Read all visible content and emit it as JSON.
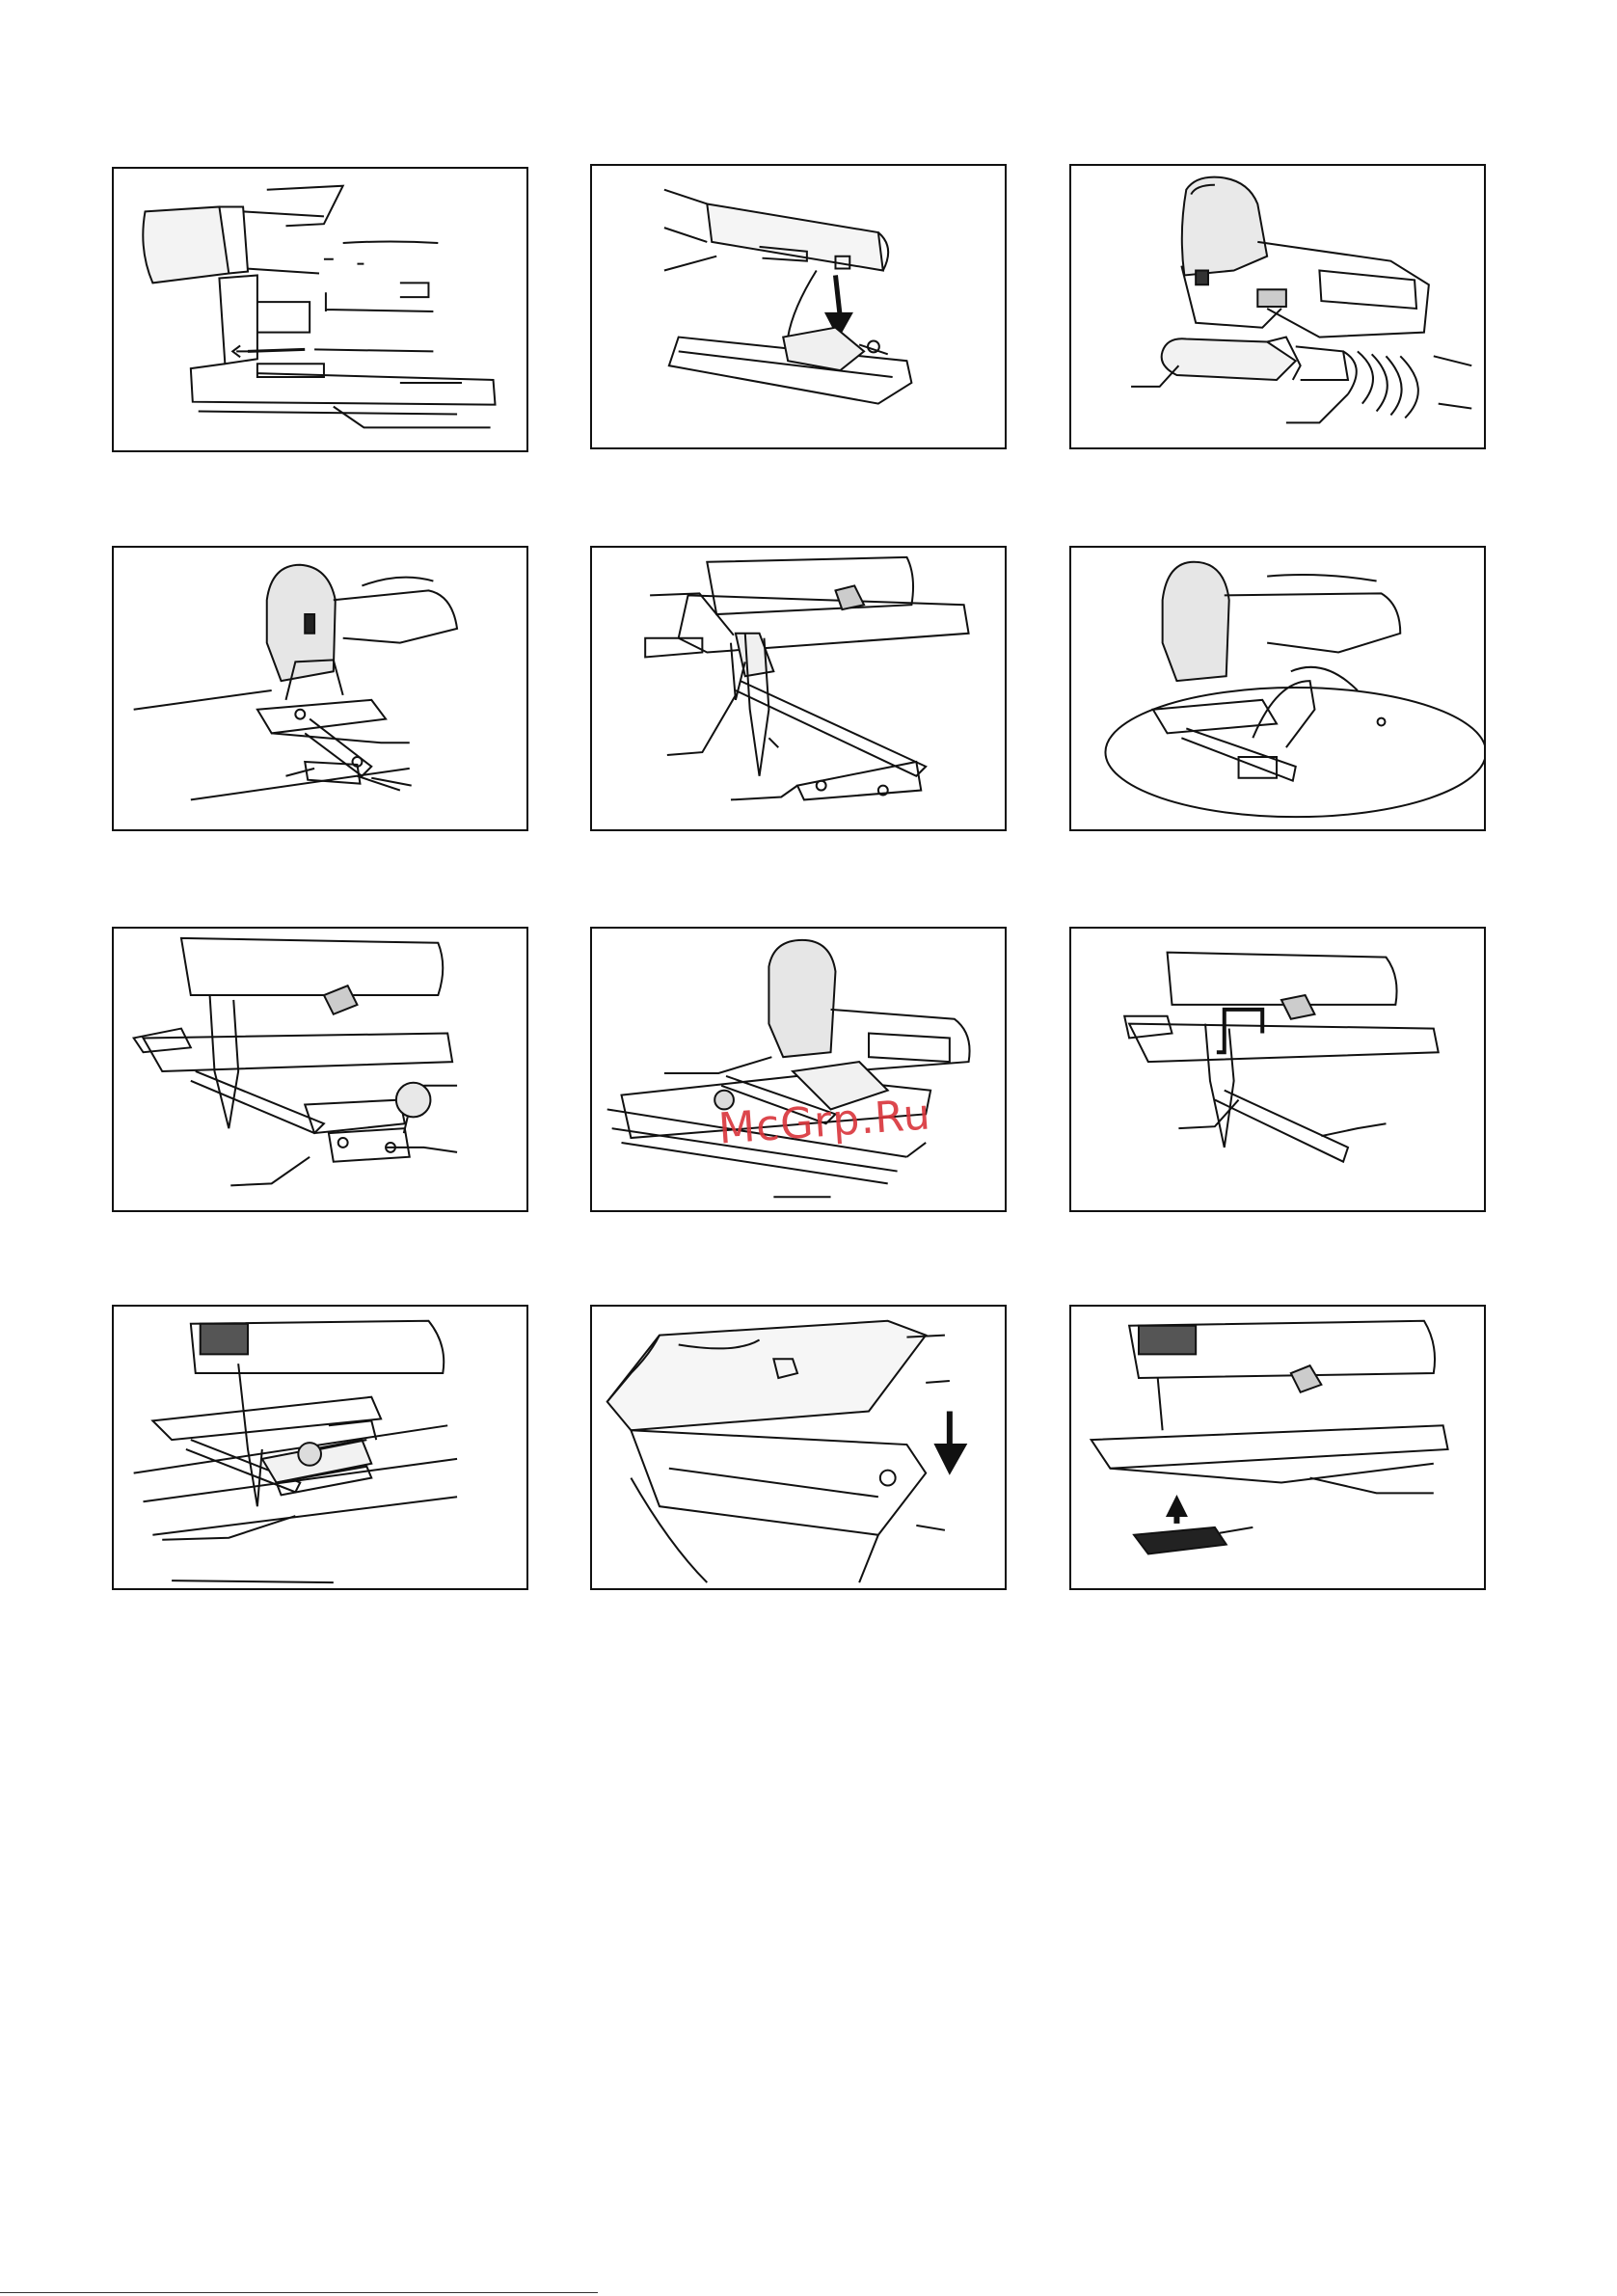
{
  "watermark": {
    "text": "McGrp.Ru",
    "color": "#d9343a"
  },
  "figures": [
    {
      "row": 1,
      "col": 1,
      "icon": "dust-nozzle-attach-illustration"
    },
    {
      "row": 1,
      "col": 2,
      "icon": "nozzle-insert-illustration"
    },
    {
      "row": 1,
      "col": 3,
      "icon": "vacuum-hose-illustration"
    },
    {
      "row": 2,
      "col": 1,
      "icon": "rip-fence-illustration"
    },
    {
      "row": 2,
      "col": 2,
      "icon": "guide-rule-hex-wrench-illustration"
    },
    {
      "row": 2,
      "col": 3,
      "icon": "circular-cut-illustration"
    },
    {
      "row": 3,
      "col": 1,
      "icon": "guide-rule-knob-illustration"
    },
    {
      "row": 3,
      "col": 2,
      "icon": "guide-rail-illustration"
    },
    {
      "row": 3,
      "col": 3,
      "icon": "fence-adjust-illustration"
    },
    {
      "row": 4,
      "col": 1,
      "icon": "rail-adapter-illustration"
    },
    {
      "row": 4,
      "col": 2,
      "icon": "cover-plate-illustration"
    },
    {
      "row": 4,
      "col": 3,
      "icon": "anti-splinter-insert-illustration"
    }
  ]
}
